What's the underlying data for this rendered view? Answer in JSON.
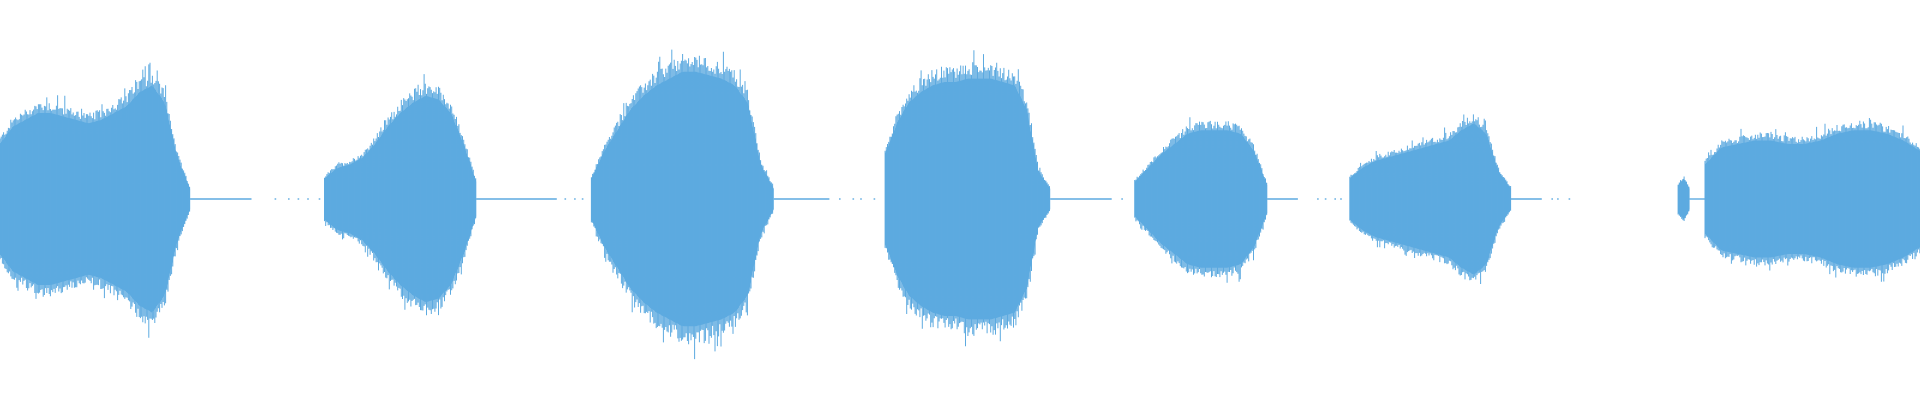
{
  "waveform": {
    "color": "#5DAAE0",
    "background": "#FFFFFF",
    "normalized_peak": 0.37,
    "segments": [
      {
        "id": "segment-1",
        "start": 0.0,
        "end": 0.099,
        "envelope": [
          0.16,
          0.21,
          0.23,
          0.25,
          0.25,
          0.24,
          0.23,
          0.22,
          0.23,
          0.25,
          0.27,
          0.31,
          0.33,
          0.28,
          0.12,
          0.03
        ]
      },
      {
        "id": "segment-2",
        "start": 0.169,
        "end": 0.248,
        "envelope": [
          0.06,
          0.09,
          0.1,
          0.12,
          0.16,
          0.21,
          0.25,
          0.28,
          0.3,
          0.29,
          0.25,
          0.16,
          0.05
        ]
      },
      {
        "id": "segment-3",
        "start": 0.308,
        "end": 0.403,
        "envelope": [
          0.06,
          0.14,
          0.2,
          0.26,
          0.3,
          0.33,
          0.35,
          0.37,
          0.37,
          0.36,
          0.35,
          0.33,
          0.28,
          0.1,
          0.03
        ]
      },
      {
        "id": "segment-4",
        "start": 0.461,
        "end": 0.547,
        "envelope": [
          0.13,
          0.22,
          0.28,
          0.31,
          0.33,
          0.34,
          0.34,
          0.35,
          0.35,
          0.35,
          0.34,
          0.33,
          0.26,
          0.08,
          0.03
        ]
      },
      {
        "id": "segment-5",
        "start": 0.591,
        "end": 0.66,
        "envelope": [
          0.05,
          0.09,
          0.13,
          0.16,
          0.19,
          0.2,
          0.2,
          0.2,
          0.19,
          0.14,
          0.04
        ]
      },
      {
        "id": "segment-6",
        "start": 0.703,
        "end": 0.787,
        "envelope": [
          0.06,
          0.09,
          0.11,
          0.12,
          0.13,
          0.14,
          0.15,
          0.16,
          0.17,
          0.2,
          0.22,
          0.19,
          0.08,
          0.03
        ]
      },
      {
        "id": "segment-7",
        "start": 0.874,
        "end": 0.88,
        "envelope": [
          0.04,
          0.06,
          0.03
        ]
      },
      {
        "id": "segment-8",
        "start": 0.888,
        "end": 1.0,
        "envelope": [
          0.1,
          0.15,
          0.16,
          0.17,
          0.17,
          0.16,
          0.16,
          0.17,
          0.19,
          0.2,
          0.2,
          0.19,
          0.17,
          0.14
        ]
      }
    ],
    "flatline_gaps": [
      {
        "start": 0.099,
        "end": 0.131,
        "dots": [
          0.143,
          0.15,
          0.155,
          0.16,
          0.166
        ]
      },
      {
        "start": 0.248,
        "end": 0.29,
        "dots": [
          0.294,
          0.299,
          0.303
        ]
      },
      {
        "start": 0.403,
        "end": 0.432,
        "dots": [
          0.437,
          0.444,
          0.448,
          0.455
        ]
      },
      {
        "start": 0.547,
        "end": 0.579,
        "dots": [
          0.584
        ]
      },
      {
        "start": 0.66,
        "end": 0.676,
        "dots": [
          0.686,
          0.69,
          0.695,
          0.698
        ]
      },
      {
        "start": 0.787,
        "end": 0.803,
        "dots": [
          0.808,
          0.811,
          0.817
        ]
      },
      {
        "start": 0.88,
        "end": 0.888,
        "dots": []
      }
    ]
  }
}
